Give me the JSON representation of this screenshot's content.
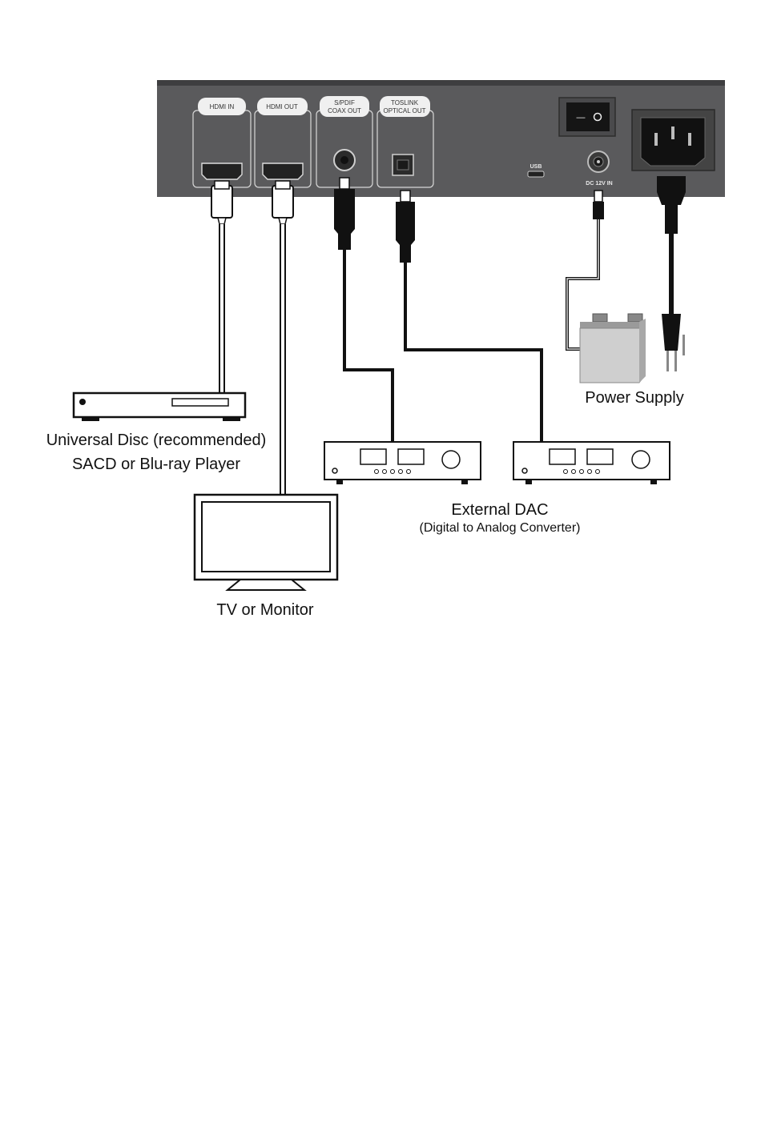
{
  "panel": {
    "ports": {
      "hdmi_in": "HDMI IN",
      "hdmi_out": "HDMI OUT",
      "spdif_line1": "S/PDIF",
      "spdif_line2": "COAX OUT",
      "toslink_line1": "TOSLINK",
      "toslink_line2": "OPTICAL OUT",
      "usb": "USB",
      "dc_in": "DC 12V IN"
    }
  },
  "labels": {
    "power_supply": "Power Supply",
    "player_line1": "Universal Disc (recommended)",
    "player_line2": "SACD or Blu-ray Player",
    "dac_title": "External DAC",
    "dac_subtitle": "(Digital to Analog Converter)",
    "tv": "TV or Monitor"
  },
  "colors": {
    "panel": "#5a5a5c",
    "cable_black": "#1a1a1a",
    "cable_white": "#ffffff"
  }
}
